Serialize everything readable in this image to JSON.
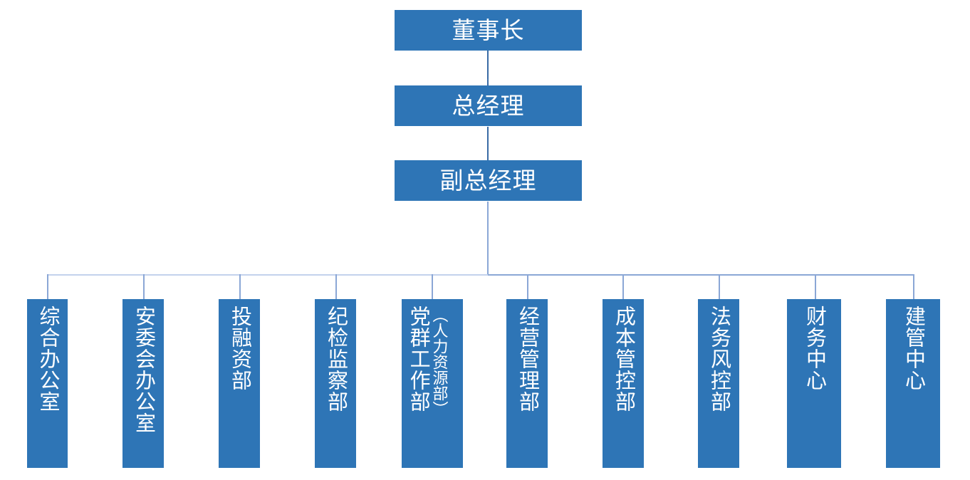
{
  "diagram": {
    "title_text": "",
    "type": "organizational-chart",
    "accent_color": "#2E75B6",
    "connector_color": "#8ba7d6",
    "background_color": "#ffffff",
    "text_color": "#ffffff"
  },
  "executives": [
    {
      "id": "chairman",
      "label": "董事长",
      "level": 1
    },
    {
      "id": "general-manager",
      "label": "总经理",
      "level": 2
    },
    {
      "id": "deputy-general-manager",
      "label": "副总经理",
      "level": 3
    }
  ],
  "departments": [
    {
      "id": "general-office",
      "label": "综合办公室",
      "sub": ""
    },
    {
      "id": "safety-committee-office",
      "label": "安委会办公室",
      "sub": ""
    },
    {
      "id": "investment-financing-dept",
      "label": "投融资部",
      "sub": ""
    },
    {
      "id": "discipline-inspection-dept",
      "label": "纪检监察部",
      "sub": ""
    },
    {
      "id": "party-mass-work-dept",
      "label": "党群工作部",
      "sub": "（人力资源部）"
    },
    {
      "id": "business-management-dept",
      "label": "经营管理部",
      "sub": ""
    },
    {
      "id": "cost-control-dept",
      "label": "成本管控部",
      "sub": ""
    },
    {
      "id": "legal-risk-control-dept",
      "label": "法务风控部",
      "sub": ""
    },
    {
      "id": "finance-center",
      "label": "财务中心",
      "sub": ""
    },
    {
      "id": "construction-management-center",
      "label": "建管中心",
      "sub": ""
    }
  ]
}
